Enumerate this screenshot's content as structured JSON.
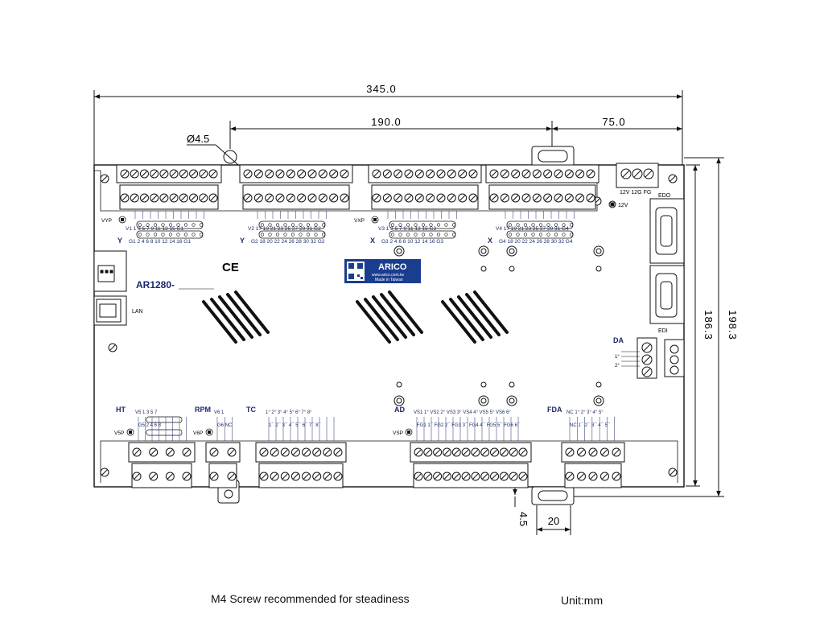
{
  "dimensions": {
    "overall_width": "345.0",
    "hole_spacing": "190.0",
    "right_offset": "75.0",
    "hole_diameter": "Ø4.5",
    "overall_height": "198.3",
    "body_height": "186.3",
    "bottom_offset": "4.5",
    "tab_width": "20"
  },
  "board": {
    "model": "AR1280-",
    "ce_mark": "CE",
    "lan_label": "LAN",
    "logo": {
      "brand": "ARICO",
      "url": "www.arico.com.tw",
      "origin": "Made in Taiwan"
    }
  },
  "power_terminal": {
    "labels": "12V 12G FG",
    "led_label": "12V"
  },
  "port_labels": {
    "edo": "EDO",
    "edi": "EDI",
    "da": "DA",
    "da_pins": [
      "1°",
      "2°"
    ]
  },
  "top_connectors": [
    {
      "axis": "Y",
      "led": "VYP",
      "row1": "V1 1 3 5 7 9 11 13 15 G1",
      "row2": "G1 2 4 6 8 10 12 14 16 G1"
    },
    {
      "axis": "Y",
      "led": "",
      "row1": "V2 17 19 21 23 25 27 29 31 G2",
      "row2": "G2 18 20 22 24 26 28 30 32 G2"
    },
    {
      "axis": "X",
      "led": "VXP",
      "row1": "V3 1 3 5 7 9 11 13 15 G3",
      "row2": "G3 2 4 6 8 10 12 14 16 G3"
    },
    {
      "axis": "X",
      "led": "",
      "row1": "V4 17 19 21 23 25 27 29 31 G4",
      "row2": "G4 18 20 22 24 26 28 30 32 G4"
    }
  ],
  "bottom_connectors": [
    {
      "name": "HT",
      "led": "V5P",
      "row1": "V5 1 3 5 7",
      "row2": "G5 2 4 6 8"
    },
    {
      "name": "RPM",
      "led": "V6P",
      "row1": "V6 1",
      "row2": "G6 NC"
    },
    {
      "name": "TC",
      "led": "",
      "row1": "1° 2° 3° 4° 5° 6° 7° 8°",
      "row2": "1¯ 2¯ 3¯ 4¯ 5¯ 6¯ 7¯ 8¯"
    },
    {
      "name": "AD",
      "led": "VSP",
      "row1": "VS1 1° VS2 2° VS3 3° VS4 4° VS5 5° VS6 6°",
      "row2": "FG1 1¯ FG2 2¯ FG3 3¯ FG4 4¯ FG5 5¯ FG6 6¯"
    },
    {
      "name": "FDA",
      "led": "",
      "row1": "NC 1° 2° 3° 4° 5°",
      "row2": "NC 1¯ 2¯ 3¯ 4¯ 5¯"
    }
  ],
  "notes": {
    "screw": "M4 Screw recommended for steadiness",
    "unit": "Unit:mm"
  }
}
